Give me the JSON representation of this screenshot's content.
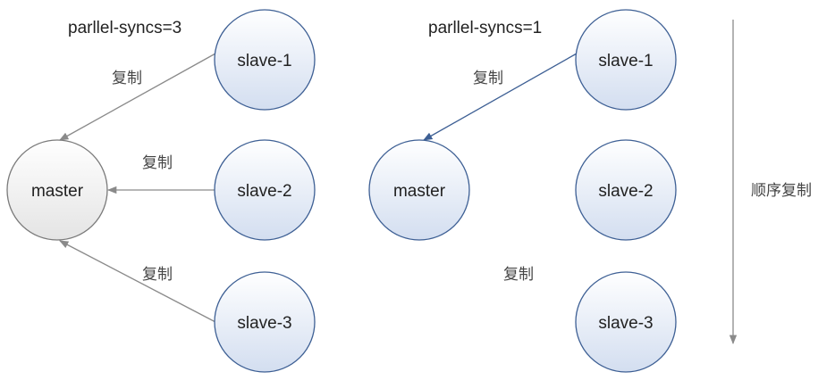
{
  "left": {
    "caption": "parllel-syncs=3",
    "master": "master",
    "slaves": [
      "slave-1",
      "slave-2",
      "slave-3"
    ],
    "edge_labels": [
      "复制",
      "复制",
      "复制"
    ]
  },
  "right": {
    "caption": "parllel-syncs=1",
    "master": "master",
    "slaves": [
      "slave-1",
      "slave-2",
      "slave-3"
    ],
    "edge_label_top": "复制",
    "edge_label_bottom": "复制",
    "order_label": "顺序复制"
  },
  "colors": {
    "node_fill": "#dce6f4",
    "node_stroke": "#3d5f94",
    "master_left_fill": "#ececec",
    "master_left_stroke": "#7a7a7a",
    "edge_gray": "#8a8a8a",
    "edge_blue": "#3d5f94"
  }
}
